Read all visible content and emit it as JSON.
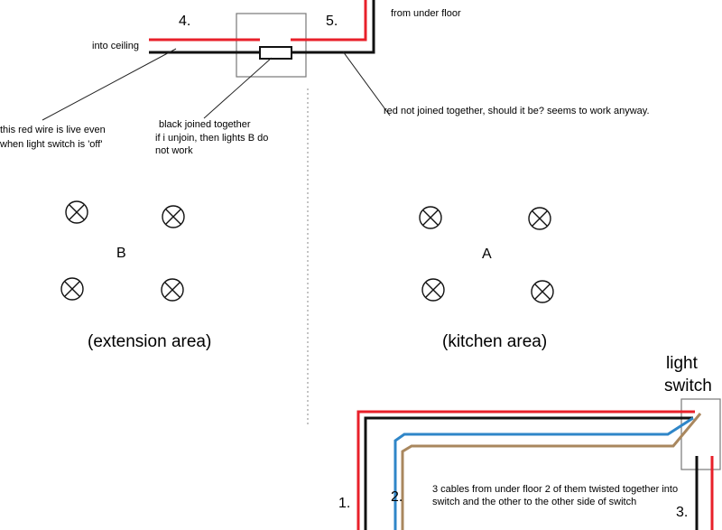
{
  "labels": {
    "n4": "4.",
    "n5": "5.",
    "n1": "1.",
    "n2": "2.",
    "n3": "3.",
    "into_ceiling": "into ceiling",
    "from_under_floor": "from under floor",
    "red_live_l1": "this red wire is live even",
    "red_live_l2": "when light switch is 'off'",
    "black_joined_l1": "black joined together",
    "black_joined_l2": "if i unjoin, then lights B do",
    "black_joined_l3": "not work",
    "red_not_joined": "red not joined together, should it be? seems to work anyway.",
    "group_b": "B",
    "group_a": "A",
    "extension_area": "(extension area)",
    "kitchen_area": "(kitchen area)",
    "light_switch_l1": "light",
    "light_switch_l2": "switch",
    "cables_l1": "3 cables from under floor 2 of them twisted together into",
    "cables_l2": "switch and the other to the other side of switch"
  },
  "colors": {
    "red_wire": "#e8202a",
    "black_wire": "#111111",
    "blue_wire": "#2f86c8",
    "brown_wire": "#a9875e",
    "box_stroke": "#777777",
    "leader_line": "#222222"
  },
  "icons": {
    "lamp": "crossed-circle-lamp-icon",
    "connector": "terminal-block-icon"
  }
}
